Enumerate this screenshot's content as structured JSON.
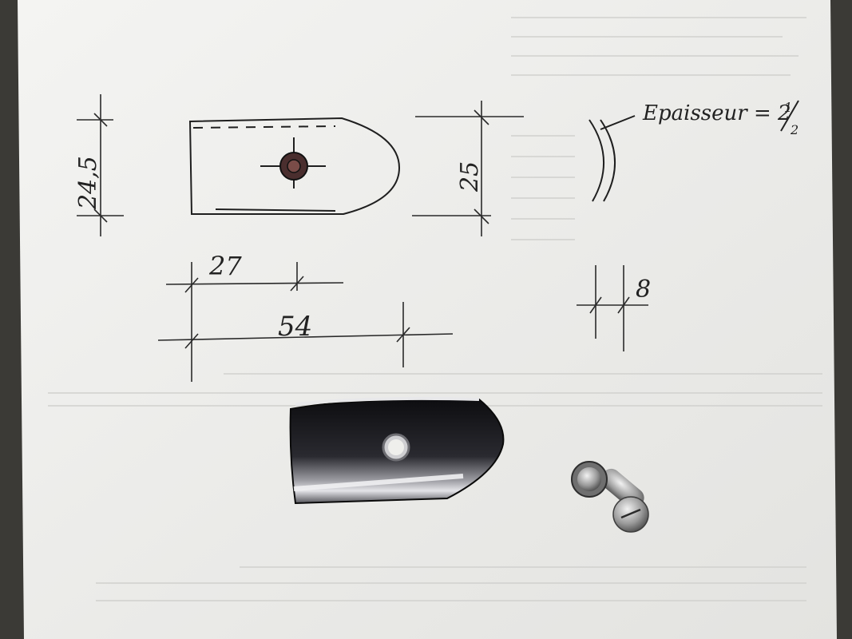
{
  "photo": {
    "subject": "Handwritten dimension sketch of a small chrome bracket on paper, with the physical part and its screw placed below",
    "colors": {
      "background": "#3b3a36",
      "paper": "#efefec",
      "ink": "#222222",
      "chrome_dark": "#1a1a1e",
      "chrome_light": "#d9d9dd"
    }
  },
  "drawing": {
    "dim_height_left": "24,5",
    "dim_height_right": "25",
    "dim_hole_offset": "27",
    "dim_length": "54",
    "dim_width": "8",
    "thickness_label": "Epaisseur = 2",
    "thickness_fraction_num": "1",
    "thickness_fraction_den": "2"
  }
}
